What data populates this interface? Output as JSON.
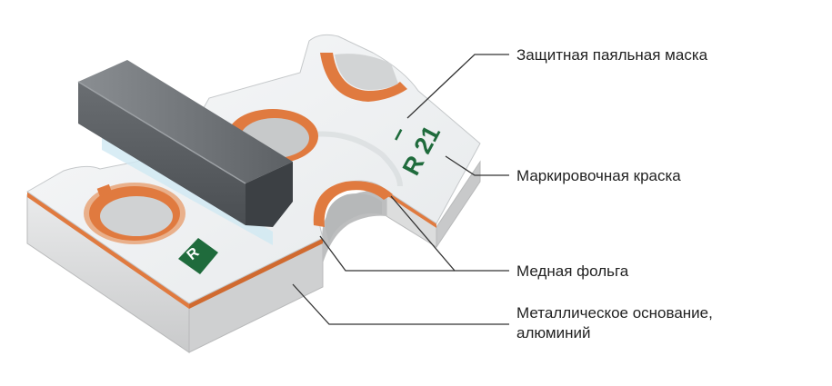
{
  "labels": {
    "solder_mask": "Защитная паяльная маска",
    "marking_ink": "Маркировочная краска",
    "copper_foil": "Медная фольга",
    "metal_base_line1": "Металлическое основание,",
    "metal_base_line2": "алюминий"
  },
  "marking": {
    "designator": "R 21",
    "dash": "–",
    "badge_letter": "R"
  },
  "colors": {
    "copper": "#e07a3f",
    "mask": "#f2f4f5",
    "aluminium_side": "#d9dadb",
    "marking_green": "#1f6b3c",
    "leader_line": "#333333",
    "component_body": "#6e7276"
  }
}
